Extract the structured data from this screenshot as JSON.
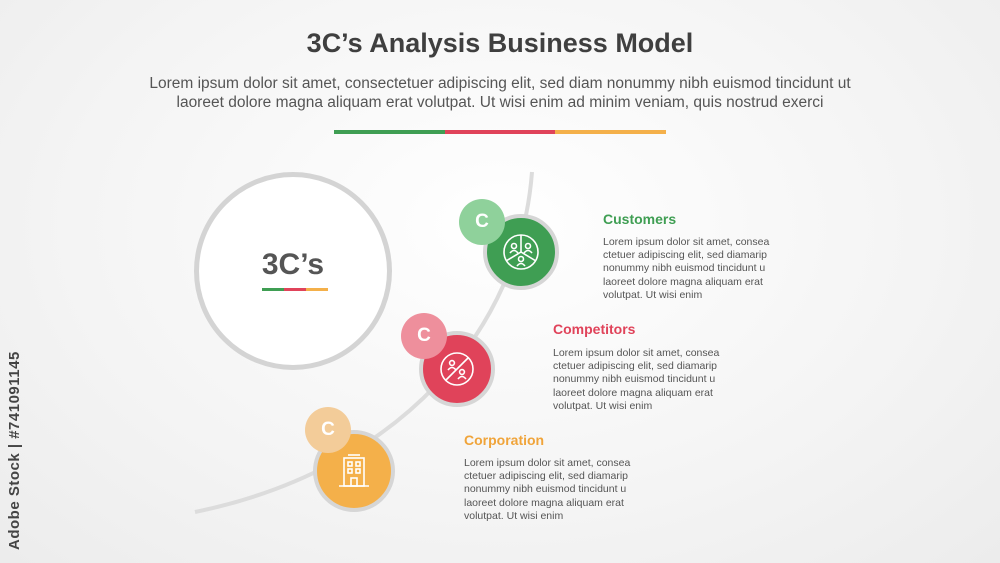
{
  "title": "3C’s Analysis Business Model",
  "subtitle_lines": [
    "Lorem ipsum dolor sit amet, consectetuer adipiscing elit, sed diam nonummy nibh euismod tincidunt ut",
    "laoreet dolore magna aliquam erat volutpat. Ut wisi enim ad minim veniam, quis nostrud exerci"
  ],
  "colors": {
    "green": "#3f9e53",
    "red": "#e0435a",
    "orange": "#f4b04a",
    "green_light": "#8fd19b",
    "red_light": "#ee8f9c",
    "orange_light": "#f3cc99",
    "ring": "#d6d6d6"
  },
  "center_label": "3C’s",
  "items": [
    {
      "badge": "C",
      "title": "Customers",
      "icon": "customers-group-icon",
      "desc_lines": [
        "Lorem ipsum dolor sit amet, consea",
        "ctetuer adipiscing elit, sed diamarip",
        "nonummy nibh euismod tincidunt u",
        "laoreet dolore magna aliquam erat",
        "volutpat. Ut wisi enim"
      ]
    },
    {
      "badge": "C",
      "title": "Competitors",
      "icon": "no-competitors-icon",
      "desc_lines": [
        "Lorem ipsum dolor sit amet, consea",
        "ctetuer adipiscing elit, sed diamarip",
        "nonummy nibh euismod tincidunt u",
        "laoreet dolore magna aliquam erat",
        "volutpat. Ut wisi enim"
      ]
    },
    {
      "badge": "C",
      "title": "Corporation",
      "icon": "building-icon",
      "desc_lines": [
        "Lorem ipsum dolor sit amet, consea",
        "ctetuer adipiscing elit, sed diamarip",
        "nonummy nibh euismod tincidunt u",
        "laoreet dolore magna aliquam erat",
        "volutpat. Ut wisi enim"
      ]
    }
  ],
  "watermark": "Adobe Stock | #741091145"
}
